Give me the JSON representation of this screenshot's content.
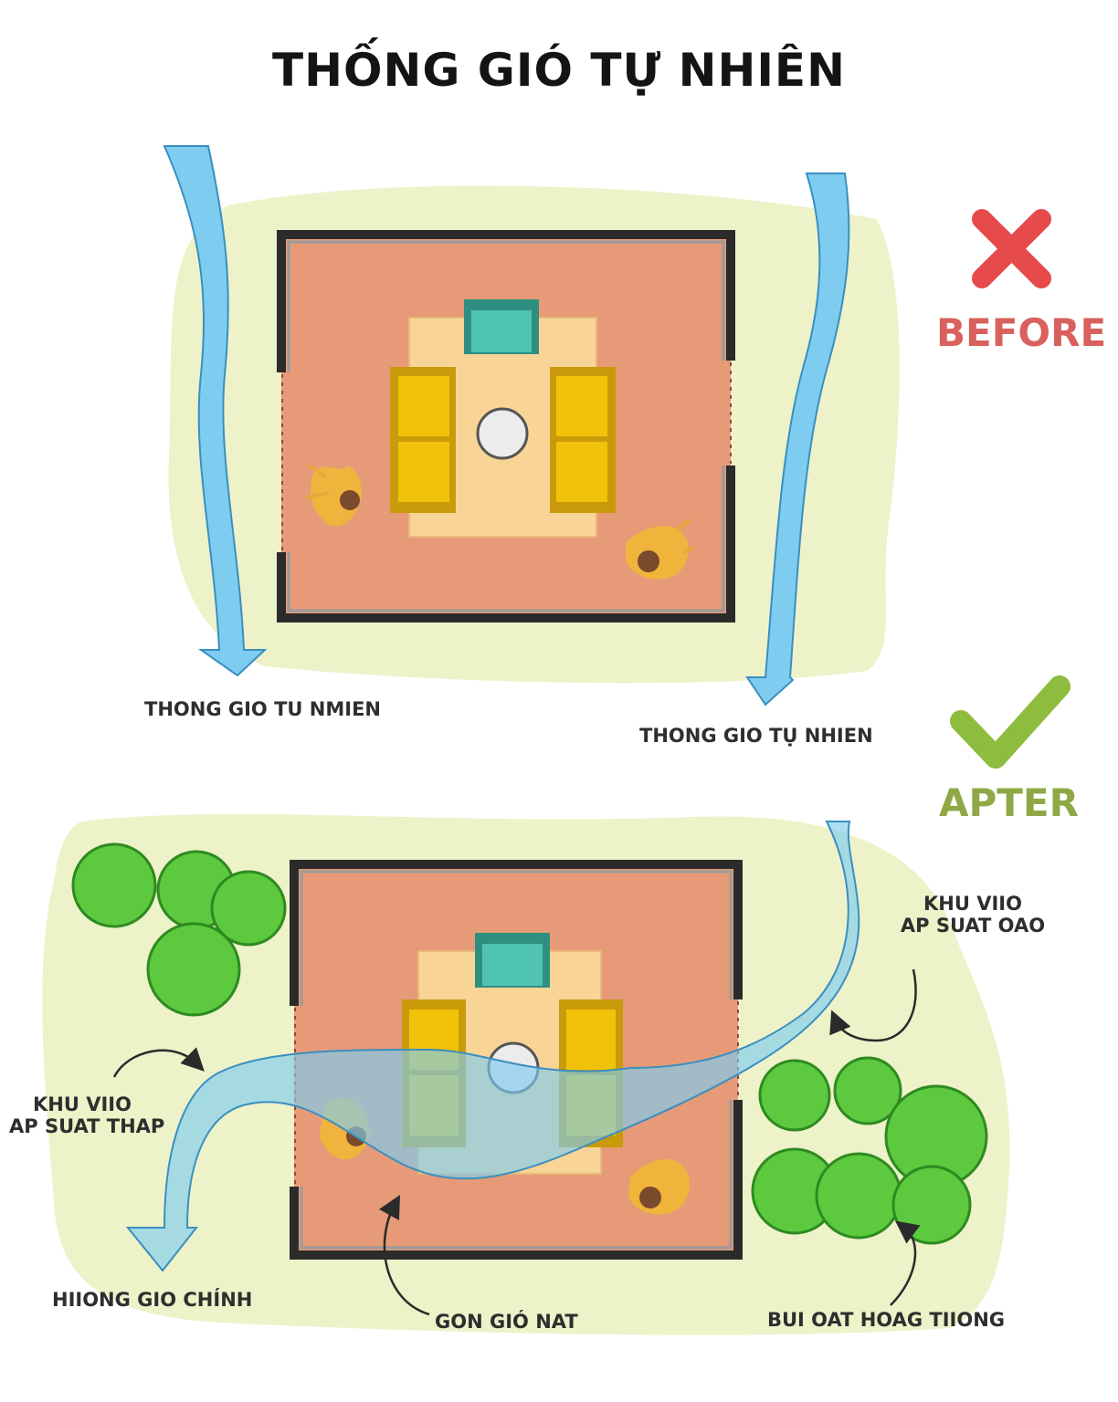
{
  "title": "THỐNG GIÓ TỰ NHIÊN",
  "before": {
    "badge": "BEFORE",
    "label_left": "THONG GIO TU NMIEN",
    "label_right": "THONG GIO TỤ NHIEN"
  },
  "after": {
    "badge": "APTER",
    "label_high_pressure": [
      "KHU VIIO",
      "AP SUAT OAO"
    ],
    "label_low_pressure": [
      "KHU VIIO",
      "AP SUAT THAP"
    ],
    "label_main_wind": "HIIONG GIO CHÍNH",
    "label_cool_wind": "GON GIÓ NAT",
    "label_bushes": "BUI OAT HOAG TIIONG"
  },
  "colors": {
    "ground": "#eef2c9",
    "floor": "#e69a78",
    "rug": "#f8d596",
    "wall": "#2b2b2b",
    "wind": "#7ecdf0",
    "sofa": "#f2c20a",
    "armchair": "#4fc4b3",
    "tree": "#5cc93f",
    "cross": "#e64a4a",
    "check": "#8ebc3e",
    "before_text": "#d8615e",
    "after_text": "#8fa846"
  },
  "icons": [
    "cross-icon",
    "check-icon",
    "tree-icon",
    "plant-icon",
    "armchair-icon",
    "sofa-icon",
    "table-icon",
    "arrow-icon"
  ]
}
